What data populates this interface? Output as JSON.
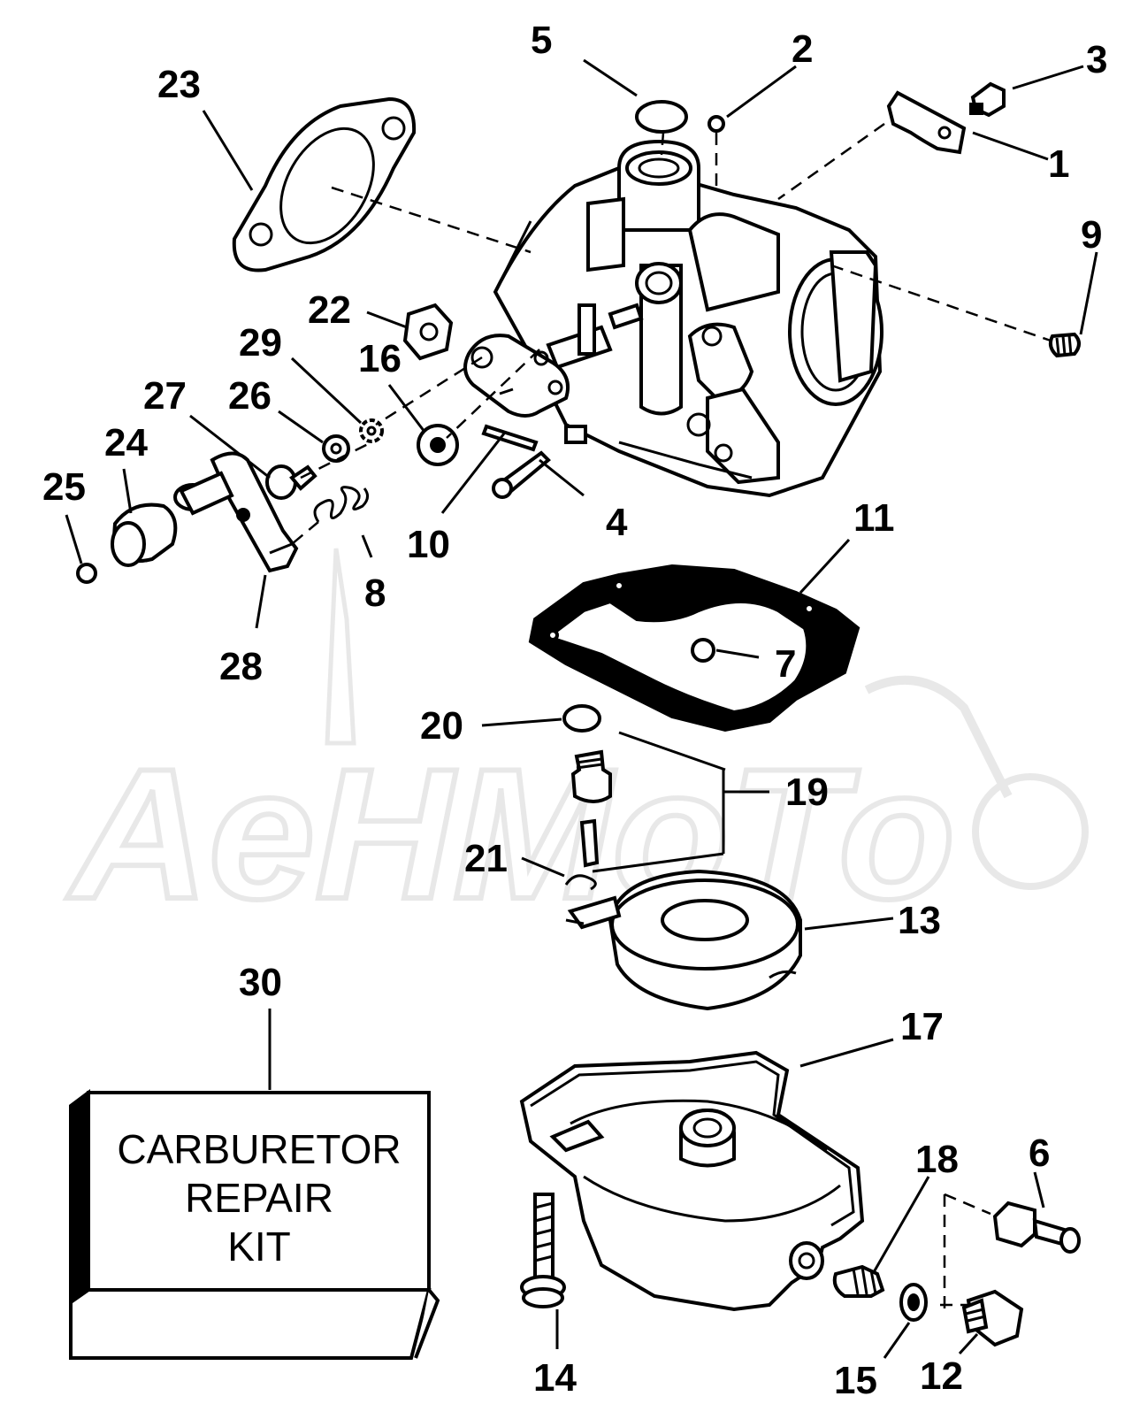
{
  "callouts": {
    "c1": "1",
    "c2": "2",
    "c3": "3",
    "c4": "4",
    "c5": "5",
    "c6": "6",
    "c7": "7",
    "c8": "8",
    "c9": "9",
    "c10": "10",
    "c11": "11",
    "c12": "12",
    "c13": "13",
    "c14": "14",
    "c15": "15",
    "c16": "16",
    "c17": "17",
    "c18": "18",
    "c19": "19",
    "c20": "20",
    "c21": "21",
    "c22": "22",
    "c23": "23",
    "c24": "24",
    "c25": "25",
    "c26": "26",
    "c27": "27",
    "c28": "28",
    "c29": "29",
    "c30": "30"
  },
  "kit": {
    "line1": "CARBURETOR",
    "line2": "REPAIR",
    "line3": "KIT"
  },
  "watermark": {
    "text": "AeHMoTo"
  },
  "colors": {
    "ink": "#000000",
    "paper": "#ffffff",
    "watermark": "#e6e6e6"
  }
}
